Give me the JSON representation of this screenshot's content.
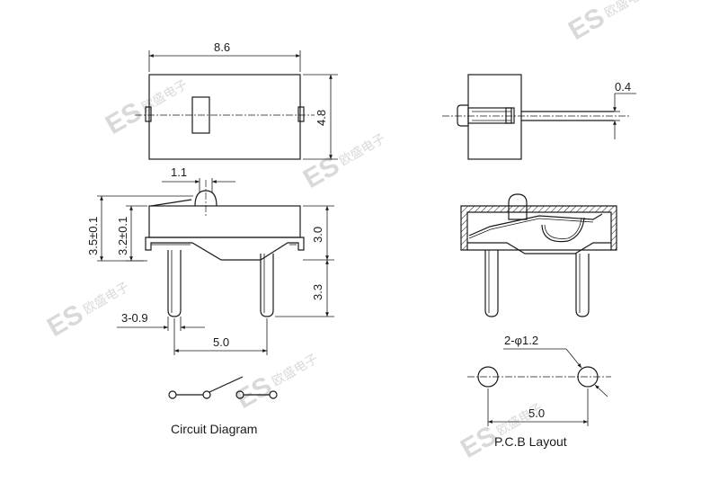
{
  "watermark": {
    "logo": "ES",
    "text": "欧盛电子"
  },
  "top_view": {
    "width_label": "8.6",
    "height_label": "4.8"
  },
  "side_view_top": {
    "label": "0.4"
  },
  "front_view": {
    "label_1_1": "1.1",
    "label_3_5": "3.5±0.1",
    "label_3_2": "3.2±0.1",
    "label_3_0": "3.0",
    "label_3_3": "3.3",
    "label_pin_dia": "3-0.9",
    "label_pitch": "5.0"
  },
  "pcb": {
    "hole_label": "2-φ1.2",
    "pitch_label": "5.0"
  },
  "captions": {
    "circuit": "Circuit Diagram",
    "pcb": "P.C.B Layout"
  }
}
